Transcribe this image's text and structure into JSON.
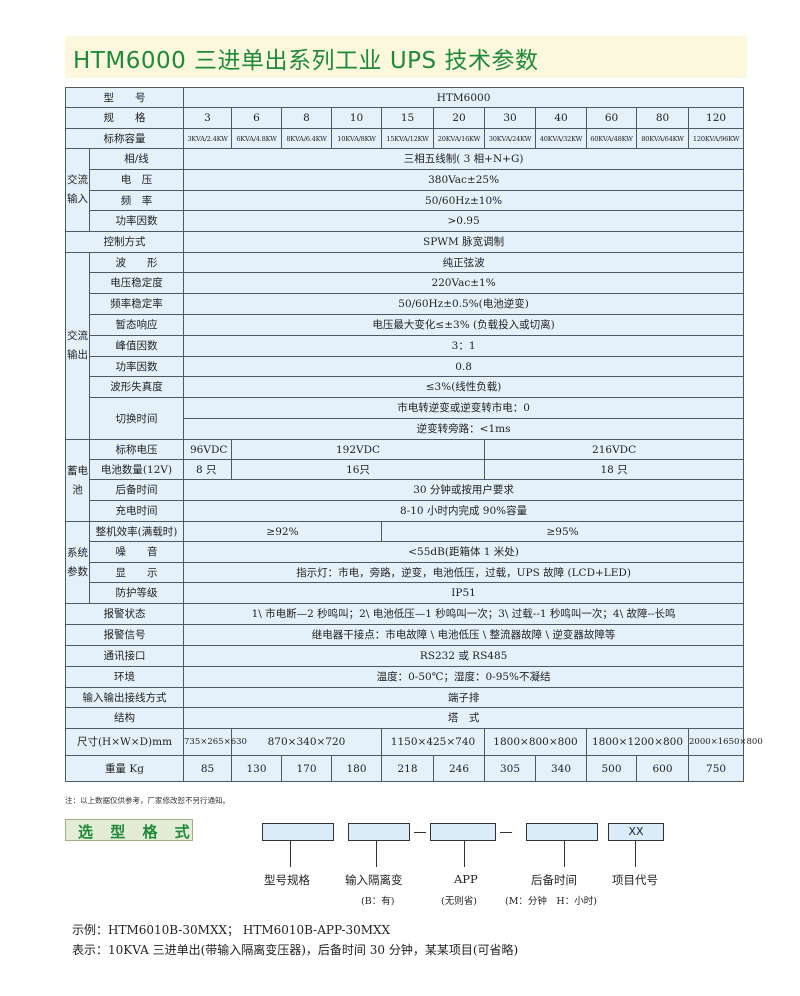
{
  "title": "HTM6000 三进单出系列工业 UPS 技术参数",
  "table": {
    "model_label": "型　　号",
    "model_value": "HTM6000",
    "spec_label": "规　　格",
    "specs": [
      "3",
      "6",
      "8",
      "10",
      "15",
      "20",
      "30",
      "40",
      "60",
      "80",
      "120"
    ],
    "capacity_label": "标称容量",
    "capacities": [
      "3KVA/2.4KW",
      "6KVA/4.8KW",
      "8KVA/6.4KW",
      "10KVA/8KW",
      "15KVA/12KW",
      "20KVA/16KW",
      "30KVA/24KW",
      "40KVA/32KW",
      "60KVA/48KW",
      "80KVA/64KW",
      "120KVA/96KW"
    ],
    "ac_input_group": "交流输入",
    "ac_input": [
      {
        "label": "相/线",
        "value": "三相五线制( 3 相+N+G)"
      },
      {
        "label": "电　压",
        "value": "380Vac±25%"
      },
      {
        "label": "频　率",
        "value": "50/60Hz±10%"
      },
      {
        "label": "功率因数",
        "value": ">0.95"
      }
    ],
    "control_label": "控制方式",
    "control_value": "SPWM 脉宽调制",
    "ac_output_group": "交流输出",
    "ac_output": [
      {
        "label": "波　　形",
        "value": "纯正弦波"
      },
      {
        "label": "电压稳定度",
        "value": "220Vac±1%"
      },
      {
        "label": "频率稳定率",
        "value": "50/60Hz±0.5%(电池逆变)"
      },
      {
        "label": "暂态响应",
        "value": "电压最大变化≤±3% (负载投入或切离)"
      },
      {
        "label": "峰值因数",
        "value": "3：1"
      },
      {
        "label": "功率因数",
        "value": "0.8"
      },
      {
        "label": "波形失真度",
        "value": "≤3%(线性负载)"
      }
    ],
    "switch_label": "切换时间",
    "switch_values": [
      "市电转逆变或逆变转市电：0",
      "逆变转旁路：<1ms"
    ],
    "battery_group": "蓄电池",
    "battery_voltage_label": "标称电压",
    "battery_voltages": [
      "96VDC",
      "192VDC",
      "216VDC"
    ],
    "battery_count_label": "电池数量(12V)",
    "battery_counts": [
      "8 只",
      "16只",
      "18 只"
    ],
    "backup_label": "后备时间",
    "backup_value": "30 分钟或按用户要求",
    "charge_label": "充电时间",
    "charge_value": "8-10 小时内完成 90%容量",
    "system_group": "系统参数",
    "efficiency_label": "整机效率(满载时)",
    "efficiency_values": [
      "≥92%",
      "≥95%"
    ],
    "noise_label": "噪　　音",
    "noise_value": "<55dB(距箱体 1 米处)",
    "display_label": "显　　示",
    "display_value": "指示灯：市电，旁路，逆变，电池低压，过载，UPS 故障 (LCD+LED)",
    "protection_label": "防护等级",
    "protection_value": "IP51",
    "alarm_state_label": "报警状态",
    "alarm_state_value": "1\\ 市电断—2 秒鸣叫；2\\ 电池低压—1 秒鸣叫一次；3\\ 过载--1 秒鸣叫一次；4\\ 故障--长鸣",
    "alarm_signal_label": "报警信号",
    "alarm_signal_value": "继电器干接点：市电故障 \\ 电池低压 \\ 整流器故障 \\ 逆变器故障等",
    "comm_label": "通讯接口",
    "comm_value": "RS232 或 RS485",
    "env_label": "环境",
    "env_value": "温度：0-50℃；湿度：0-95%不凝结",
    "wiring_label": "输入输出接线方式",
    "wiring_value": "端子排",
    "structure_label": "结构",
    "structure_value": "塔　式",
    "size_label": "尺寸(H×W×D)mm",
    "sizes": [
      "735×265×630",
      "870×340×720",
      "1150×425×740",
      "1800×800×800",
      "1800×1200×800",
      "2000×1650×800"
    ],
    "weight_label": "重量 Kg",
    "weights": [
      "85",
      "130",
      "170",
      "180",
      "218",
      "246",
      "305",
      "340",
      "500",
      "600",
      "750"
    ]
  },
  "note": "注：以上数据仅供参考，厂家修改恕不另行通知。",
  "selection": {
    "title": "选 型 格 式",
    "box_last": "XX",
    "labels": [
      "型号规格",
      "输入隔离变",
      "APP",
      "后备时间",
      "项目代号"
    ],
    "sublabels": [
      "(B：有)",
      "(无则省)",
      "(M：分钟　H：小时)"
    ]
  },
  "example": "示例：HTM6010B-30MXX；  HTM6010B-APP-30MXX",
  "meaning": "表示：10KVA 三进单出(带输入隔离变压器)，后备时间 30 分钟，某某项目(可省略)"
}
